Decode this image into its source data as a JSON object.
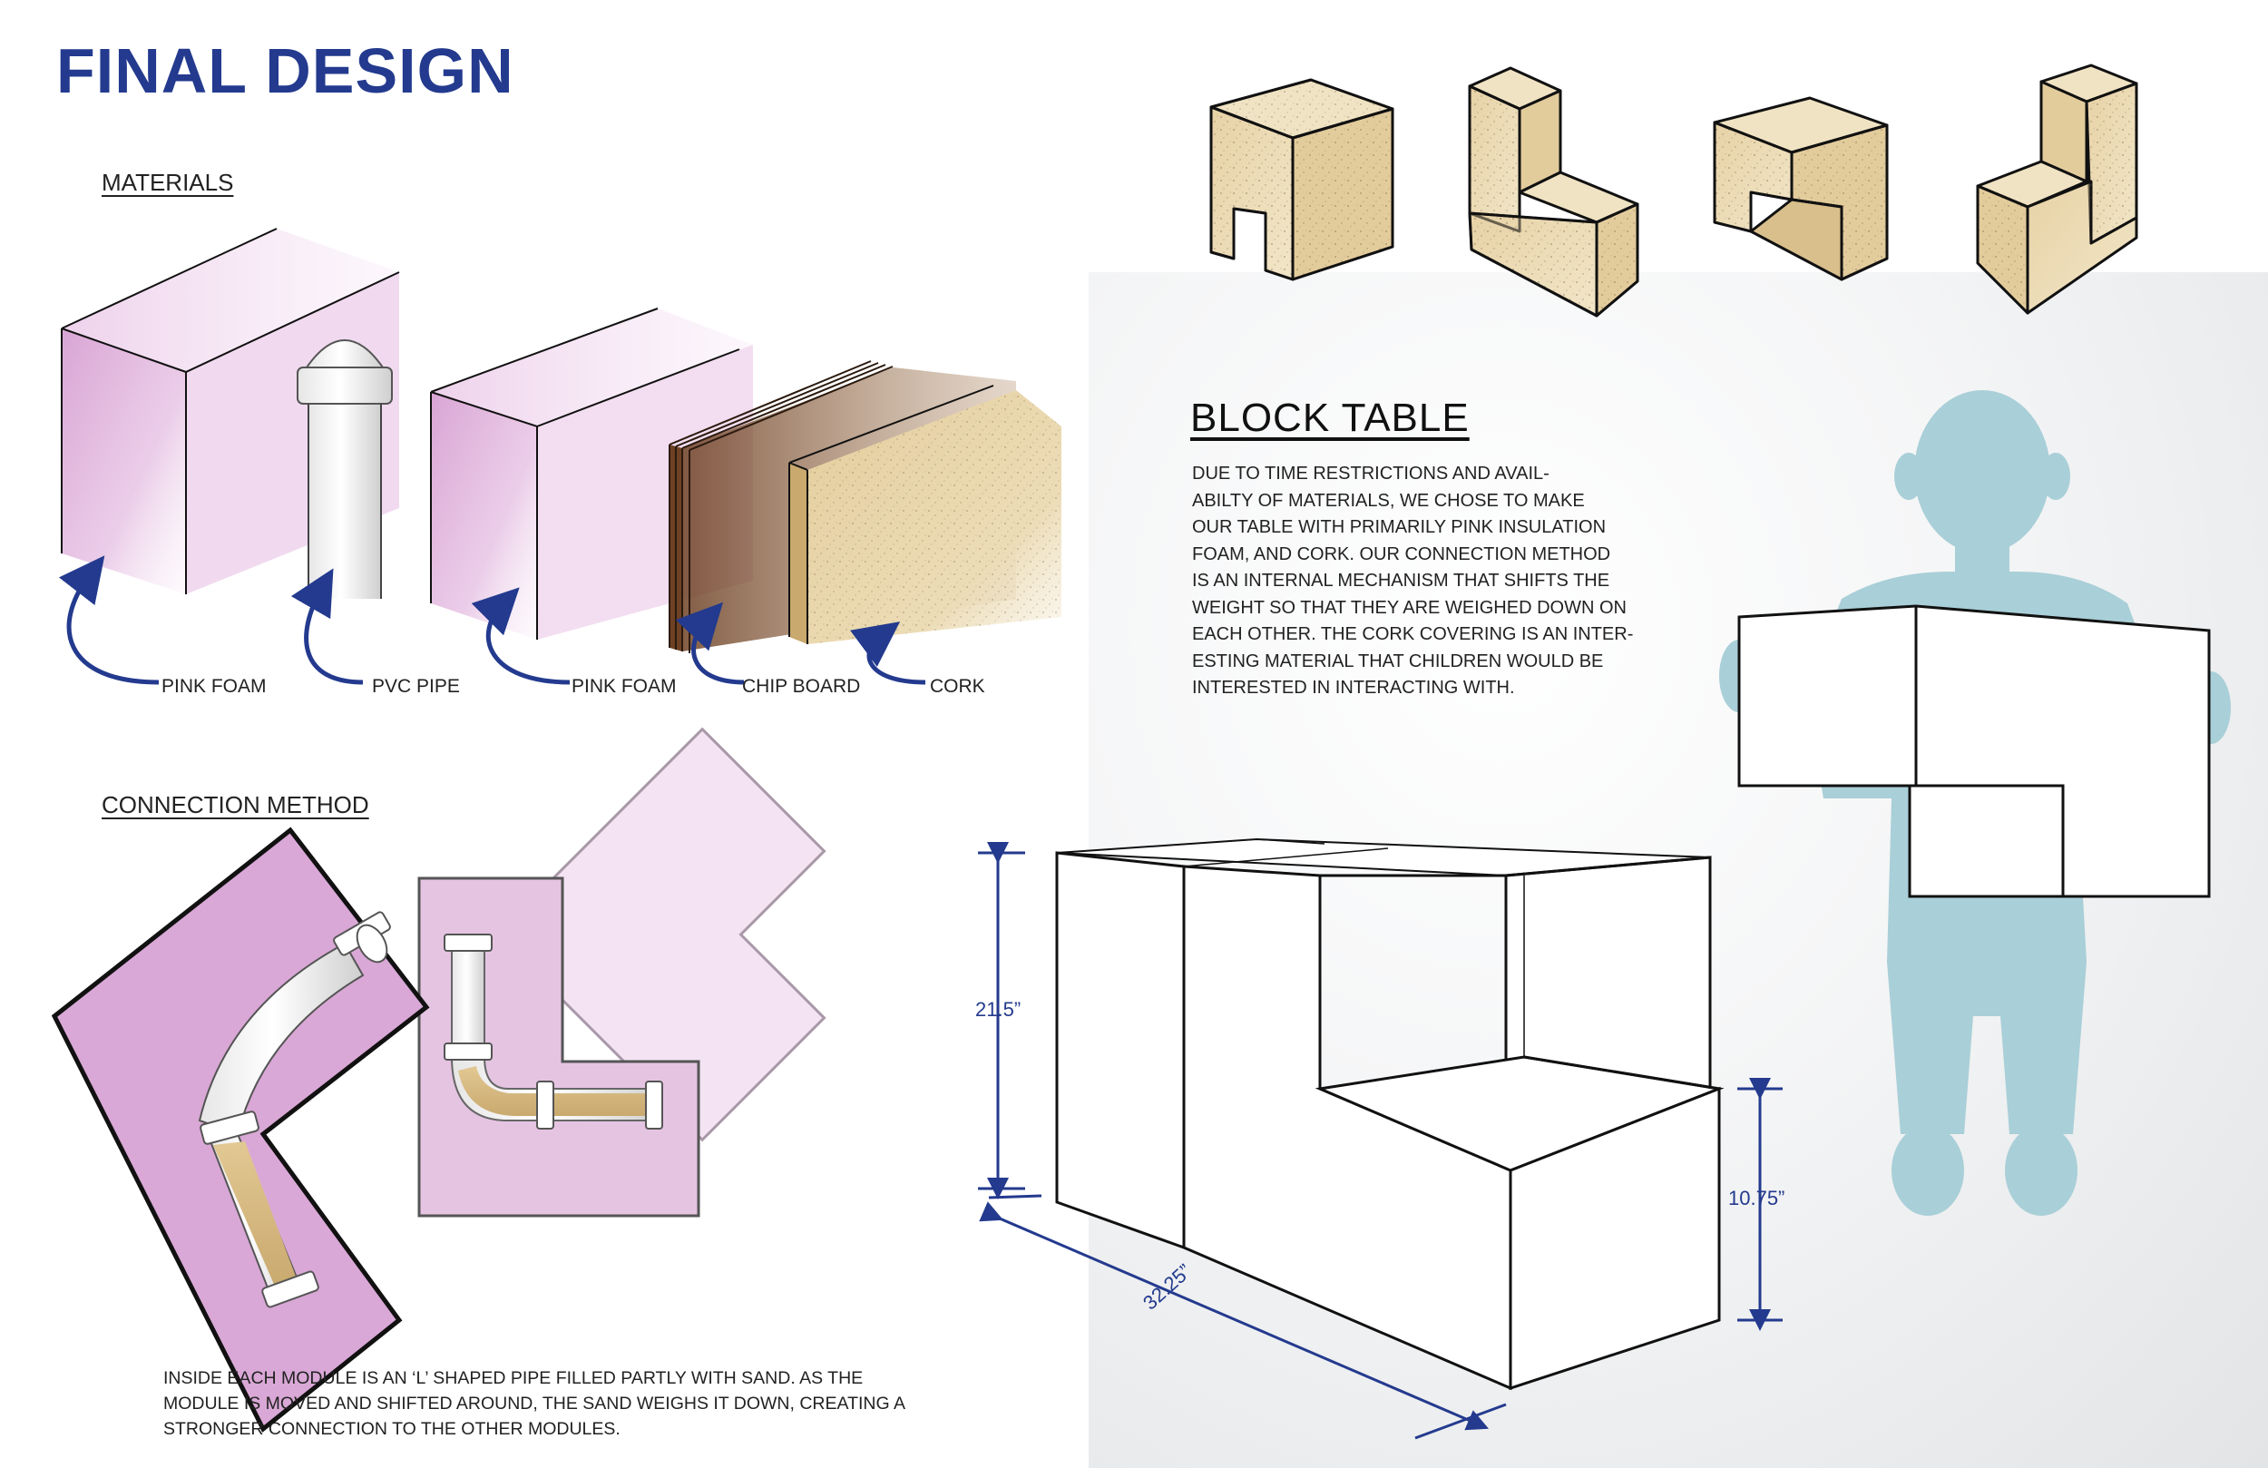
{
  "title": "FINAL DESIGN",
  "materials": {
    "heading": "MATERIALS",
    "labels": [
      "PINK FOAM",
      "PVC PIPE",
      "PINK FOAM",
      "CHIP BOARD",
      "CORK"
    ]
  },
  "connection": {
    "heading": "CONNECTION METHOD",
    "description_lines": [
      "INSIDE EACH MODULE IS AN ‘L’ SHAPED PIPE FILLED PARTLY WITH SAND. AS THE",
      "MODULE IS MOVED AND SHIFTED AROUND, THE SAND WEIGHS IT DOWN, CREATING A",
      "STRONGER CONNECTION TO THE OTHER MODULES."
    ]
  },
  "block_table": {
    "heading": "BLOCK TABLE",
    "description_lines": [
      "DUE TO TIME RESTRICTIONS AND AVAIL-",
      "ABILTY OF MATERIALS, WE CHOSE TO MAKE",
      "OUR TABLE WITH PRIMARILY PINK INSULATION",
      "FOAM, AND CORK. OUR CONNECTION METHOD",
      "IS AN INTERNAL MECHANISM THAT SHIFTS THE",
      "WEIGHT SO THAT THEY ARE WEIGHED DOWN ON",
      "EACH OTHER. THE CORK COVERING IS AN INTER-",
      "ESTING MATERIAL THAT CHILDREN WOULD BE",
      "INTERESTED IN INTERACTING WITH."
    ]
  },
  "dimensions": {
    "height": "21.5”",
    "step_height": "10.75”",
    "length": "32.25”"
  },
  "colors": {
    "title_blue": "#233a8e",
    "arrow_blue": "#233a8e",
    "pink_foam": "#d9a8d6",
    "cork": "#e8d4a8",
    "chip_board": "#7a4a2a",
    "child_silhouette": "#a9cfd8"
  }
}
